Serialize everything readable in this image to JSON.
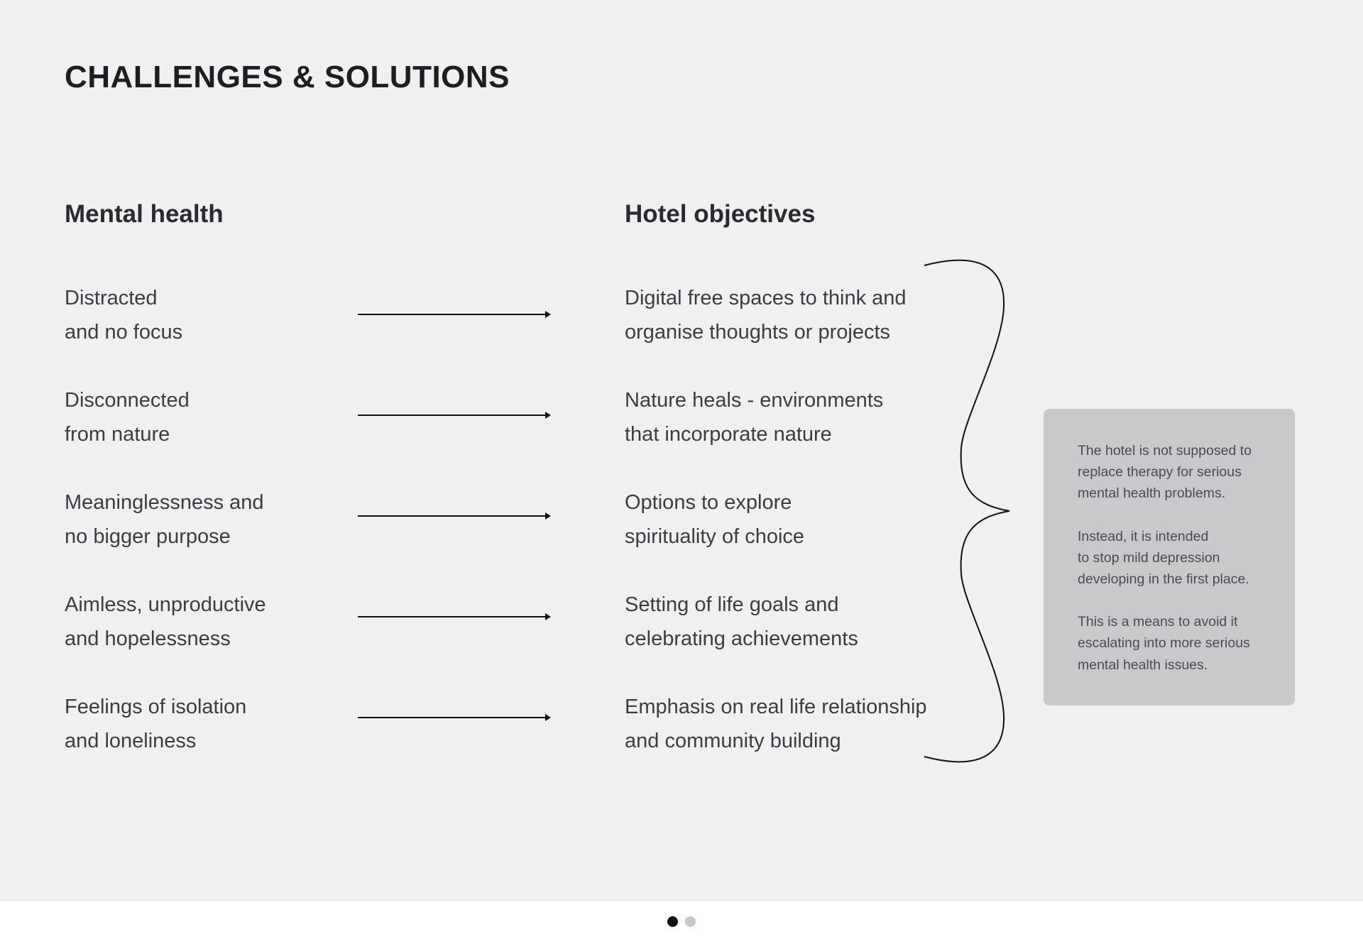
{
  "title": "CHALLENGES & SOLUTIONS",
  "left_heading": "Mental health",
  "right_heading": "Hotel objectives",
  "challenges": [
    {
      "line1": "Distracted",
      "line2": "and no focus"
    },
    {
      "line1": "Disconnected",
      "line2": "from nature"
    },
    {
      "line1": "Meaninglessness and",
      "line2": "no bigger purpose"
    },
    {
      "line1": "Aimless, unproductive",
      "line2": "and hopelessness"
    },
    {
      "line1": "Feelings of isolation",
      "line2": "and loneliness"
    }
  ],
  "objectives": [
    {
      "line1": "Digital free spaces to think and",
      "line2": "organise thoughts or projects"
    },
    {
      "line1": "Nature heals - environments",
      "line2": "that incorporate nature"
    },
    {
      "line1": "Options to explore",
      "line2": "spirituality of choice"
    },
    {
      "line1": "Setting of life goals and",
      "line2": "celebrating achievements"
    },
    {
      "line1": "Emphasis on real life relationship",
      "line2": "and community building"
    }
  ],
  "note": {
    "p1": [
      "The hotel is not supposed to",
      "replace therapy for serious",
      "mental health problems."
    ],
    "p2": [
      "Instead, it is intended",
      "to stop mild depression",
      "developing in the first place."
    ],
    "p3": [
      "This is a means to avoid it",
      "escalating into more serious",
      "mental health issues."
    ]
  },
  "pager": {
    "total": 2,
    "active": 1
  },
  "colors": {
    "background": "#f0f0f0",
    "note_box": "#c9c9cb",
    "text": "#3c3c42",
    "heading": "#1e1e22"
  }
}
